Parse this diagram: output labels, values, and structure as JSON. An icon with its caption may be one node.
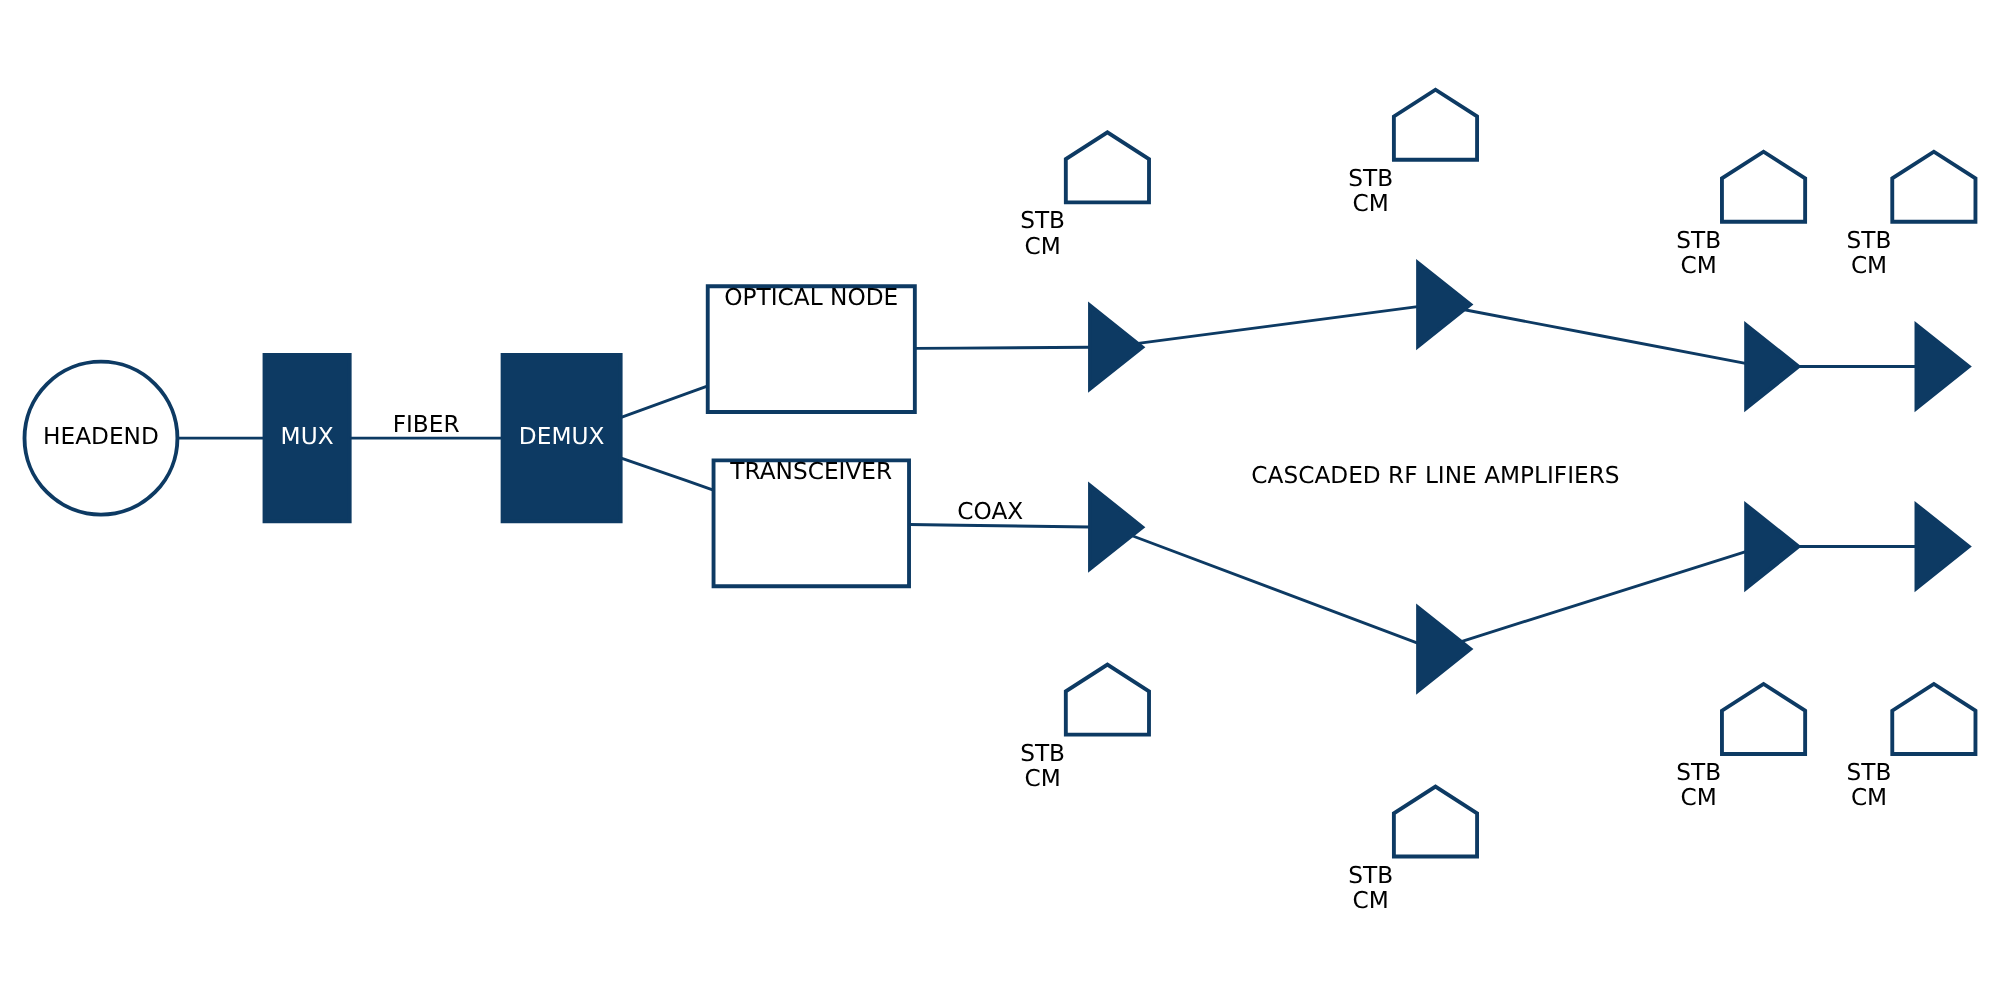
{
  "diagram": {
    "nodes": [
      {
        "text": [
          "HEADEND"
        ]
      },
      {
        "text": [
          "MUX"
        ]
      },
      {
        "text": [
          "DEMUX"
        ]
      },
      {
        "text": [
          "OPTICAL NODE"
        ]
      },
      {
        "text": [
          "TRANSCEIVER"
        ]
      },
      {
        "text": [],
        "shape": "triangle"
      },
      {
        "text": [],
        "shape": "triangle"
      },
      {
        "text": [],
        "shape": "triangle"
      },
      {
        "text": [],
        "shape": "triangle"
      },
      {
        "text": [],
        "shape": "triangle"
      },
      {
        "text": [],
        "shape": "triangle"
      },
      {
        "text": [],
        "shape": "triangle"
      },
      {
        "text": [],
        "shape": "triangle"
      },
      {
        "text": [],
        "shape": "house",
        "beside": [
          "STB",
          "CM"
        ]
      },
      {
        "text": [],
        "shape": "house",
        "beside": [
          "STB",
          "CM"
        ]
      },
      {
        "text": [],
        "shape": "house",
        "beside": [
          "STB",
          "CM"
        ]
      },
      {
        "text": [],
        "shape": "house",
        "beside": [
          "STB",
          "CM"
        ]
      },
      {
        "text": [],
        "shape": "house",
        "beside": [
          "STB",
          "CM"
        ]
      },
      {
        "text": [],
        "shape": "house",
        "beside": [
          "STB",
          "CM"
        ]
      },
      {
        "text": [],
        "shape": "house",
        "beside": [
          "STB",
          "CM"
        ]
      },
      {
        "text": [],
        "shape": "house",
        "beside": [
          "STB",
          "CM"
        ]
      }
    ],
    "edges": [
      {
        "from": 0,
        "to": 1,
        "arrow": "none"
      },
      {
        "from": 1,
        "to": 2,
        "arrow": "none",
        "label": "FIBER"
      },
      {
        "from": 2,
        "to": 3,
        "arrow": "none"
      },
      {
        "from": 2,
        "to": 4,
        "arrow": "none"
      },
      {
        "from": 3,
        "to": 5,
        "arrow": "none"
      },
      {
        "from": 5,
        "to": 6,
        "arrow": "none"
      },
      {
        "from": 6,
        "to": 7,
        "arrow": "none"
      },
      {
        "from": 7,
        "to": 8,
        "arrow": "none"
      },
      {
        "from": 4,
        "to": 9,
        "arrow": "none",
        "label": "COAX"
      },
      {
        "from": 9,
        "to": 10,
        "arrow": "none"
      },
      {
        "from": 10,
        "to": 11,
        "arrow": "none"
      },
      {
        "from": 11,
        "to": 12,
        "arrow": "none"
      }
    ],
    "labels": [
      "CASCADED RF LINE AMPLIFIERS"
    ]
  }
}
